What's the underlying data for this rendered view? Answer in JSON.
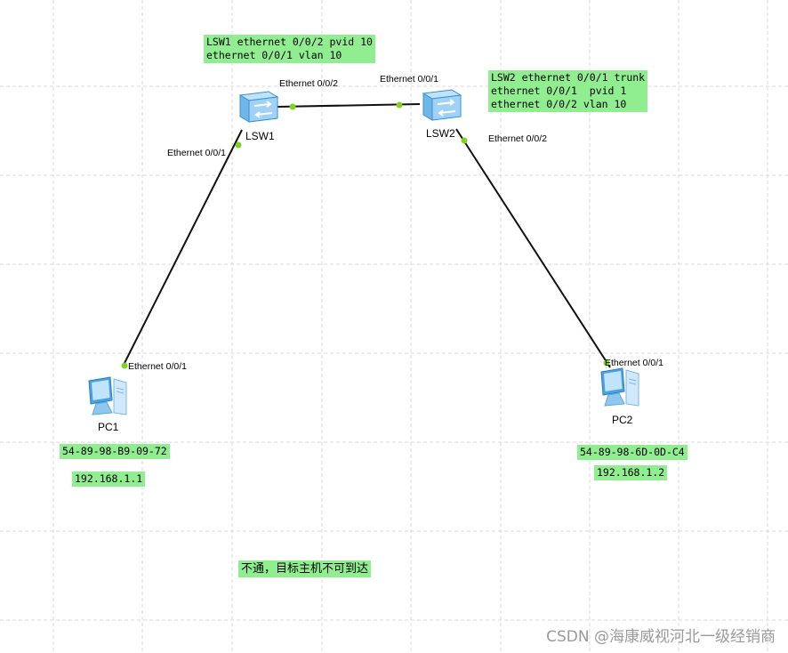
{
  "notes": {
    "lsw1_config_line1": "LSW1 ethernet 0/0/2 pvid 10",
    "lsw1_config_line2": "ethernet 0/0/1 vlan 10",
    "lsw2_config_line1": "LSW2 ethernet 0/0/1 trunk",
    "lsw2_config_line2": "ethernet 0/0/1  pvid 1",
    "lsw2_config_line3": "ethernet 0/0/2 vlan 10",
    "pc1_mac": "54-89-98-B9-09-72",
    "pc1_ip": "192.168.1.1",
    "pc2_mac": "54-89-98-6D-0D-C4",
    "pc2_ip": "192.168.1.2",
    "result": "不通，目标主机不可到达"
  },
  "devices": {
    "lsw1": "LSW1",
    "lsw2": "LSW2",
    "pc1": "PC1",
    "pc2": "PC2"
  },
  "ports": {
    "lsw1_e002": "Ethernet 0/0/2",
    "lsw1_e001": "Ethernet 0/0/1",
    "lsw2_e001": "Ethernet 0/0/1",
    "lsw2_e002": "Ethernet 0/0/2",
    "pc1_e001": "Ethernet 0/0/1",
    "pc2_e001": "Ethernet 0/0/1"
  },
  "watermark": "CSDN @海康威视河北一级经销商",
  "colors": {
    "note_bg": "#90ee90",
    "port_dot": "#7ed321",
    "grid": "#d9d9d9",
    "switch_blue": "#5aa9e6"
  }
}
